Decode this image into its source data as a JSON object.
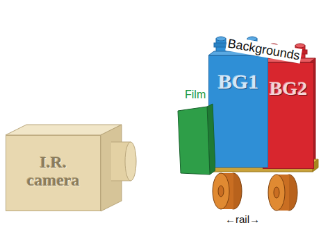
{
  "diagram": {
    "nodes": [
      {
        "text": [
          "I.R. camera"
        ]
      },
      {
        "text": [
          "Film"
        ]
      },
      {
        "text": [
          "BG1"
        ]
      },
      {
        "text": [
          "BG2"
        ]
      }
    ],
    "labels": [
      "Backgrounds",
      "←rail→"
    ]
  }
}
